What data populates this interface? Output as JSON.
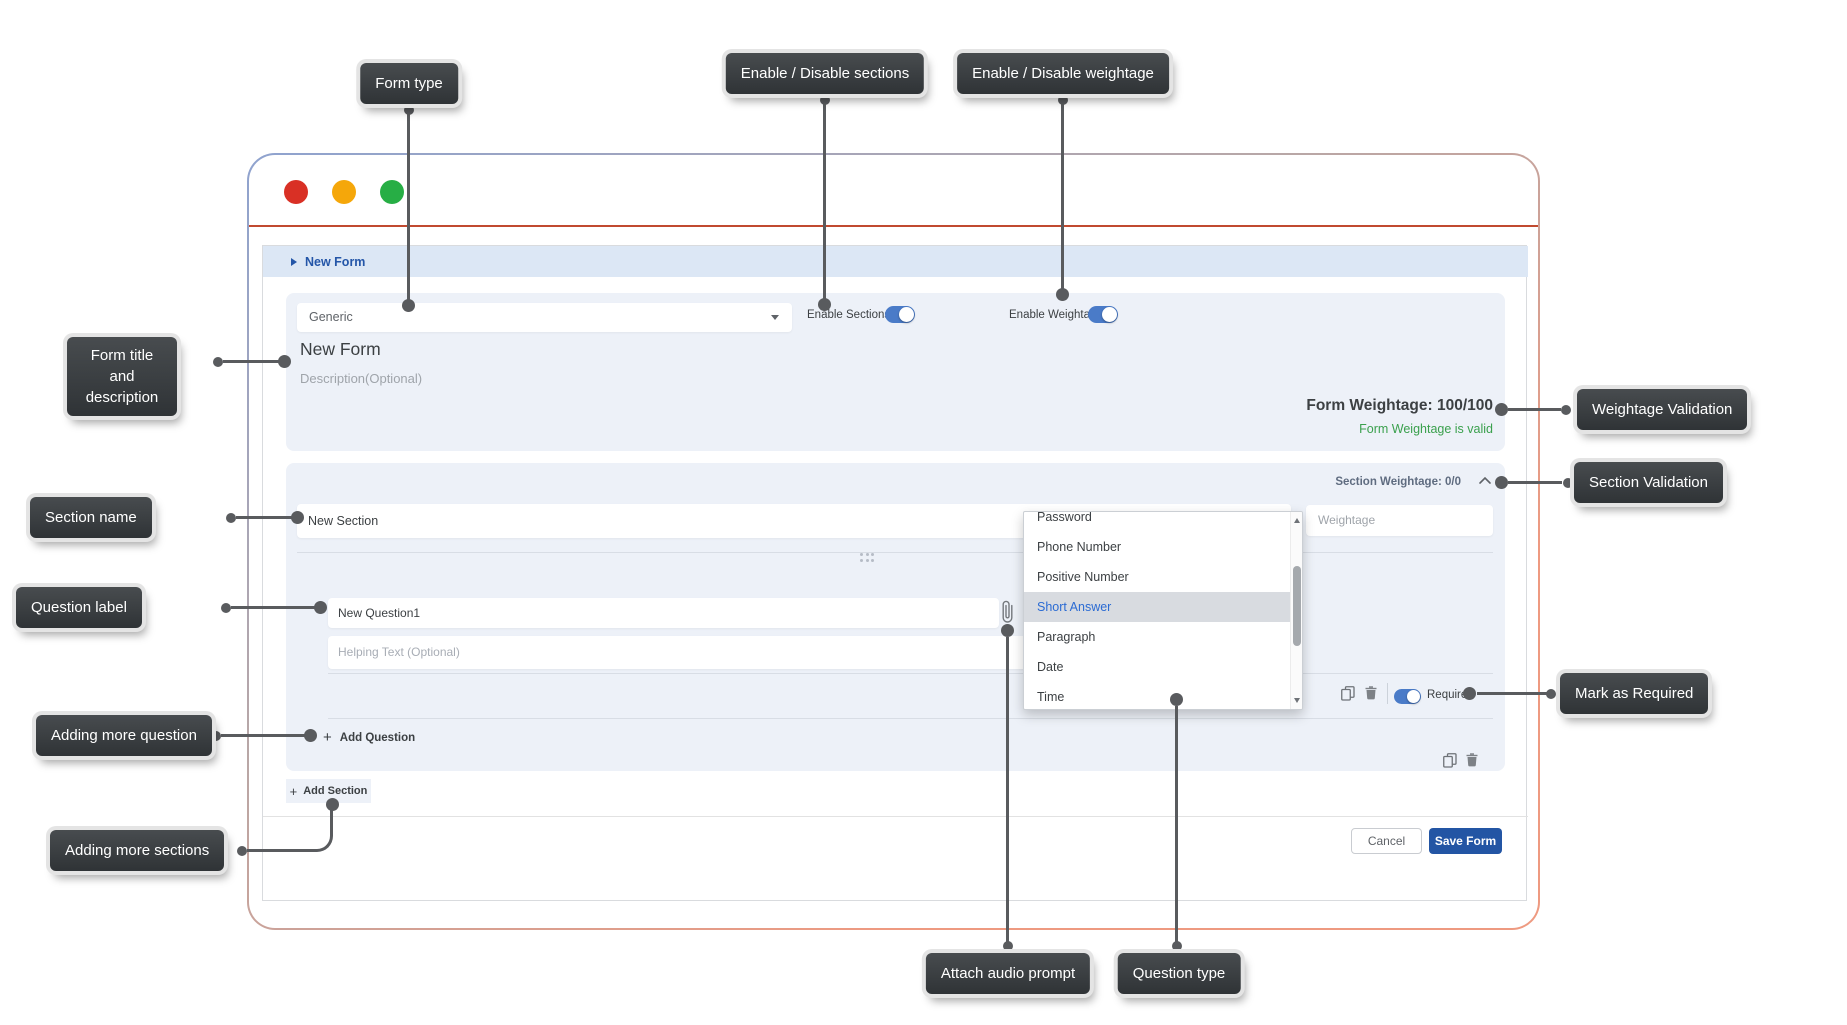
{
  "callouts": {
    "form_type": "Form type",
    "enable_disable_sections": "Enable / Disable sections",
    "enable_disable_weightage": "Enable / Disable weightage",
    "form_title_description": "Form title and description",
    "weightage_validation": "Weightage Validation",
    "section_validation": "Section Validation",
    "section_name": "Section name",
    "question_label": "Question label",
    "mark_as_required": "Mark as Required",
    "adding_more_question": "Adding more question",
    "adding_more_sections": "Adding more sections",
    "attach_audio_prompt": "Attach audio prompt",
    "question_type": "Question type"
  },
  "window": {
    "breadcrumb": "New Form",
    "header": {
      "form_type_value": "Generic",
      "enable_sections": "Enable Sections",
      "enable_weightage": "Enable Weightage",
      "title": "New Form",
      "description_placeholder": "Description(Optional)",
      "weightage_total": "Form Weightage: 100/100",
      "weightage_status": "Form Weightage is valid"
    },
    "section": {
      "weightage": "Section Weightage: 0/0",
      "name": "New Section",
      "weightage_placeholder": "Weightage",
      "question": {
        "label": "New Question1",
        "helping_placeholder": "Helping Text (Optional)",
        "required": "Required"
      },
      "add_question": "Add Question"
    },
    "add_section": "Add Section",
    "footer": {
      "cancel": "Cancel",
      "save": "Save Form"
    }
  },
  "dropdown": {
    "items": [
      "Password",
      "Phone Number",
      "Positive Number",
      "Short Answer",
      "Paragraph",
      "Date",
      "Time"
    ],
    "selected": "Short Answer"
  },
  "icons": {
    "plus": "+"
  },
  "colors": {
    "accent_blue": "#2355a4",
    "toggle_blue": "#4a7bc8",
    "valid_green": "#3aa04d",
    "selected_item_blue": "#2b6bd3",
    "top_divider_red": "#c14a30",
    "breadcrumb_blue": "#2456a8",
    "callout_bg": "#35393c"
  }
}
